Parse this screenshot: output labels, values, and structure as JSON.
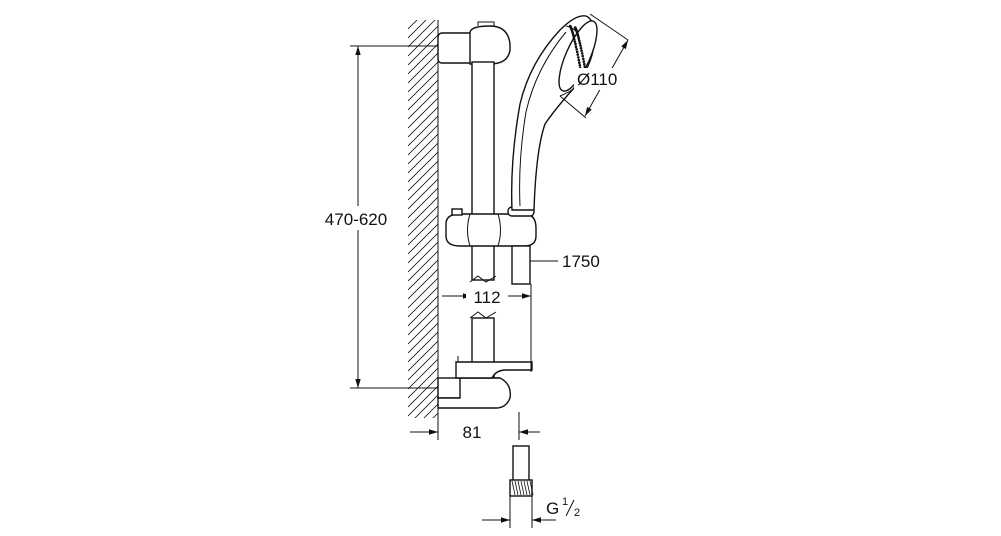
{
  "dimensions": {
    "height_range": "470-620",
    "hose_length": "1750",
    "rail_offset": "112",
    "wall_offset": "81",
    "head_diameter": "Ø110",
    "thread_prefix": "G",
    "thread_num": "1",
    "thread_den": "2"
  },
  "colors": {
    "line": "#111111",
    "background": "#ffffff"
  }
}
